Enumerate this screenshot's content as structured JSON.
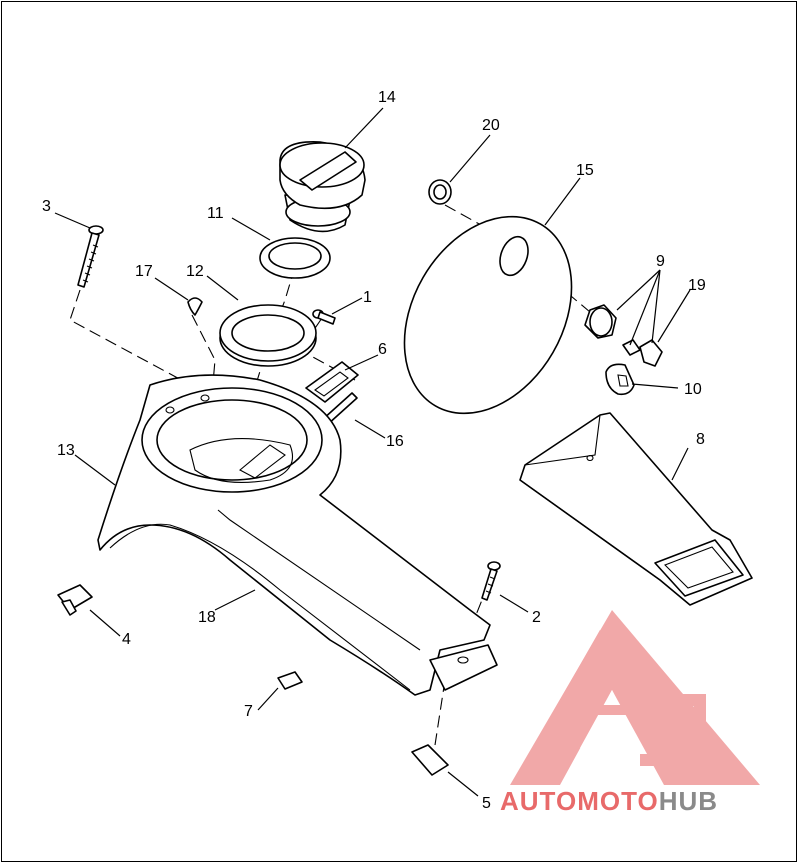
{
  "callouts": {
    "c1": "1",
    "c2": "2",
    "c3": "3",
    "c4": "4",
    "c5": "5",
    "c6": "6",
    "c7": "7",
    "c8": "8",
    "c9": "9",
    "c10": "10",
    "c11": "11",
    "c12": "12",
    "c13": "13",
    "c14": "14",
    "c15": "15",
    "c16": "16",
    "c17": "17",
    "c18": "18",
    "c19": "19",
    "c20": "20"
  },
  "watermark": {
    "part1": "AUTO",
    "part2": "MOTO",
    "part3": "HUB",
    "color_red": "#e86a6a",
    "color_gray": "#8a8a8a"
  }
}
